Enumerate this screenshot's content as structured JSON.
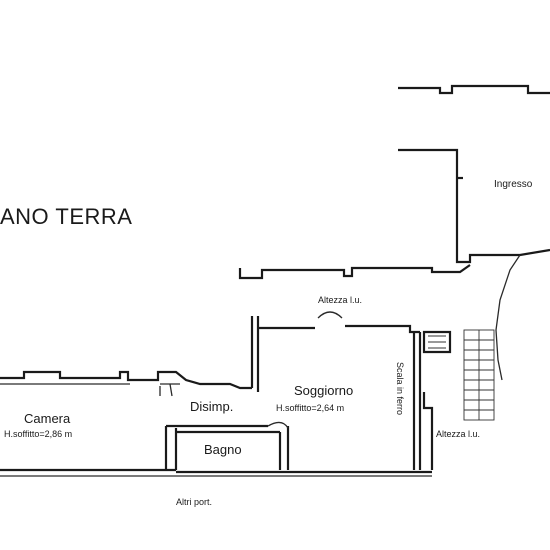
{
  "plan": {
    "title": "ANO TERRA",
    "rooms": {
      "ingresso": "Ingresso",
      "soggiorno": "Soggiorno",
      "soggiorno_height": "H.soffitto=2,64 m",
      "camera": "Camera",
      "camera_height": "H.soffitto=2,86 m",
      "disimpegno": "Disimp.",
      "bagno": "Bagno"
    },
    "notes": {
      "altezza_top": "Altezza l.u.",
      "altezza_right": "Altezza l.u.",
      "altri_port": "Altri port.",
      "side_label": "Scala in ferro"
    },
    "colors": {
      "ink": "#1a1a1a",
      "paper": "#ffffff"
    }
  }
}
